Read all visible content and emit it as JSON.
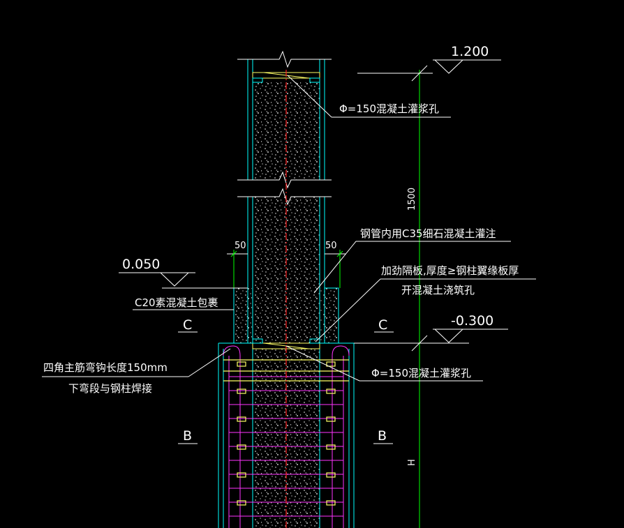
{
  "elevations": {
    "top": "1.200",
    "mid": "0.050",
    "bottom": "-0.300"
  },
  "dimensions": {
    "height_1500": "1500",
    "left_gap": "50",
    "right_gap": "50",
    "h_label": "H"
  },
  "notes": {
    "grout_hole_top": "Φ=150混凝土灌浆孔",
    "steel_tube_fill": "钢管内用C35细石混凝土灌注",
    "stiffener_line1": "加劲隔板,厚度≥钢柱翼缘板厚",
    "stiffener_line2": "开混凝土浇筑孔",
    "c20_wrap": "C20素混凝土包裹",
    "grout_hole_bottom": "Φ=150混凝土灌浆孔",
    "corner_bar_line1": "四角主筋弯钩长度150mm",
    "corner_bar_line2": "下弯段与钢柱焊接"
  },
  "section_marks": {
    "c_left": "C",
    "c_right": "C",
    "b_left": "B",
    "b_right": "B"
  },
  "colors": {
    "background": "#000000",
    "outline": "#00ffff",
    "dimension": "#00ff00",
    "centerline": "#ff2020",
    "stirrups": "#ff33ff",
    "rebar": "#ffff66",
    "text": "#ffffff"
  }
}
